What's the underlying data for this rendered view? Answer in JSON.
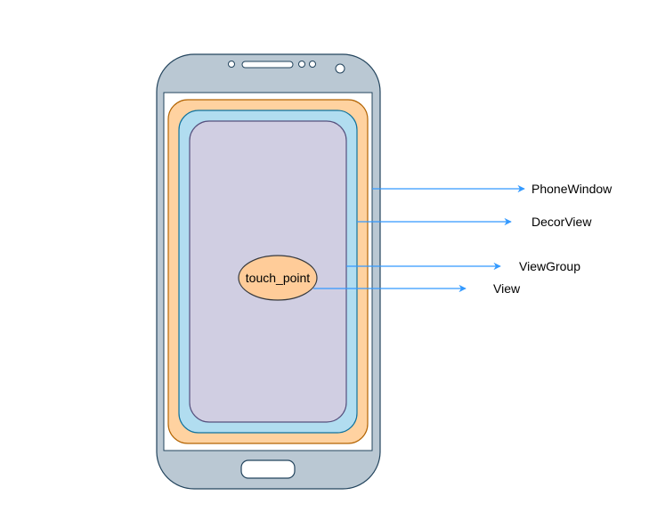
{
  "diagram": {
    "center_label": "touch_point",
    "layers": [
      {
        "label": "PhoneWindow",
        "fill": "#ffffff",
        "stroke": "#23445d"
      },
      {
        "label": "DecorView",
        "fill": "#ffd2a0",
        "stroke": "#b46504"
      },
      {
        "label": "ViewGroup",
        "fill": "#b1ddf0",
        "stroke": "#10739e"
      },
      {
        "label": "View",
        "fill": "#d0cee2",
        "stroke": "#56517e"
      }
    ],
    "colors": {
      "phone_body": "#bac8d3",
      "phone_outline": "#23445d",
      "arrow": "#3399ff",
      "touch_point_fill": "#ffcc99"
    }
  }
}
